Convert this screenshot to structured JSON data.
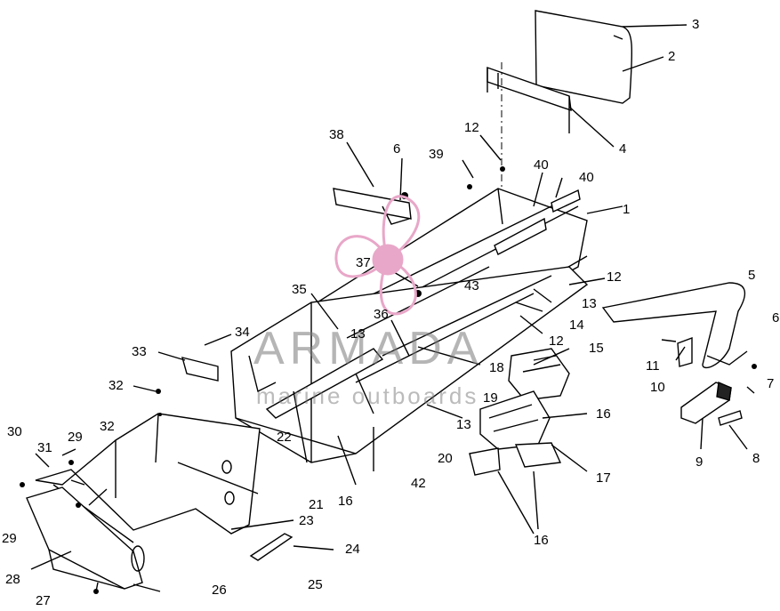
{
  "watermark": {
    "title": "ARMADA",
    "subtitle": "marine outboards",
    "logo_icon": "propeller-logo-icon",
    "logo_color": "#e8a7c8",
    "text_color": "#8c8c8c"
  },
  "callouts": [
    "3",
    "2",
    "4",
    "12",
    "40",
    "40",
    "39",
    "38",
    "6",
    "1",
    "12",
    "5",
    "6",
    "43",
    "13",
    "14",
    "12",
    "37",
    "35",
    "36",
    "13",
    "18",
    "15",
    "11",
    "10",
    "7",
    "34",
    "33",
    "32",
    "19",
    "13",
    "16",
    "9",
    "8",
    "22",
    "20",
    "17",
    "30",
    "29",
    "32",
    "31",
    "21",
    "16",
    "42",
    "28",
    "29",
    "23",
    "27",
    "26",
    "25",
    "24",
    "16"
  ]
}
